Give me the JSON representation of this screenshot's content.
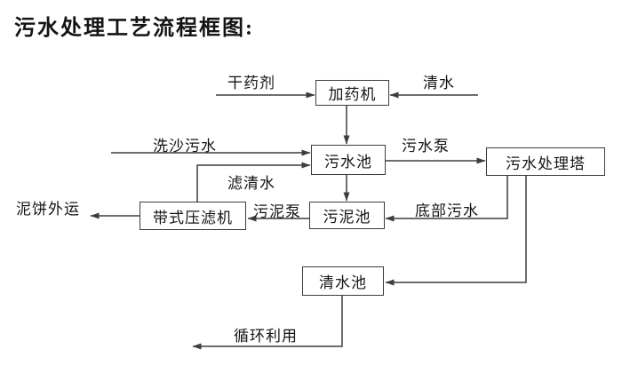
{
  "title": "污水处理工艺流程框图:",
  "nodes": {
    "dosing_machine": "加药机",
    "sewage_pool": "污水池",
    "treatment_tower": "污水处理塔",
    "sludge_pool": "污泥池",
    "belt_filter_press": "带式压滤机",
    "clean_water_pool": "清水池"
  },
  "flow_labels": {
    "dry_agent": "干药剂",
    "clean_water": "清水",
    "sand_washing_sewage": "洗沙污水",
    "sewage_pump": "污水泵",
    "filtered_water": "滤清水",
    "sludge_pump": "污泥泵",
    "bottom_sewage": "底部污水",
    "mud_cake_out": "泥饼外运",
    "recycle": "循环利用"
  },
  "edges": [
    {
      "label": "干药剂",
      "to": "加药机"
    },
    {
      "label": "清水",
      "to": "加药机"
    },
    {
      "from": "加药机",
      "to": "污水池"
    },
    {
      "label": "洗沙污水",
      "to": "污水池"
    },
    {
      "from": "带式压滤机",
      "label": "滤清水",
      "to": "污水池"
    },
    {
      "from": "污水池",
      "label": "污水泵",
      "to": "污水处理塔"
    },
    {
      "from": "污水池",
      "to": "污泥池"
    },
    {
      "from": "污水处理塔",
      "label": "底部污水",
      "to": "污泥池"
    },
    {
      "from": "污泥池",
      "label": "污泥泵",
      "to": "带式压滤机"
    },
    {
      "from": "带式压滤机",
      "label": "泥饼外运",
      "to": ""
    },
    {
      "from": "污水处理塔",
      "to": "清水池"
    },
    {
      "from": "清水池",
      "label": "循环利用",
      "to": ""
    }
  ],
  "colors": {
    "line": "#3d3d3d",
    "text": "#141414",
    "box_fill": "#ffffff",
    "background": "#ffffff"
  }
}
